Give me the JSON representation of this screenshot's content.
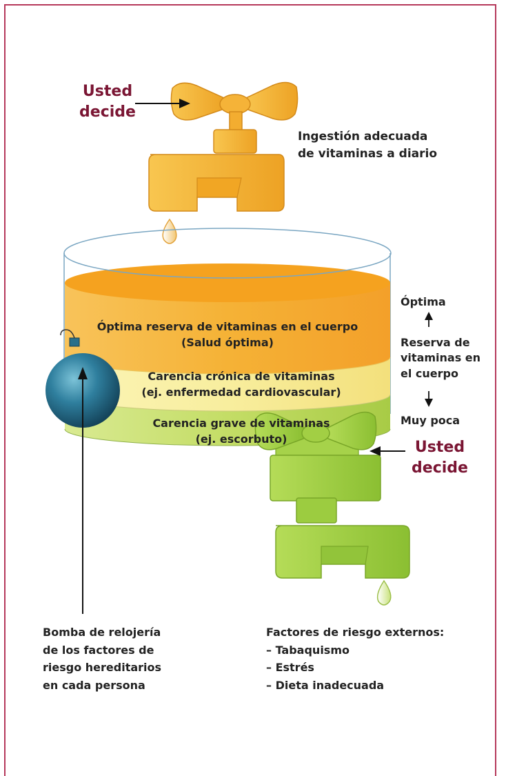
{
  "top_decide": [
    "Usted",
    "decide"
  ],
  "bottom_decide": [
    "Usted",
    "decide"
  ],
  "intake_label": [
    "Ingestión adecuada",
    "de vitaminas a diario"
  ],
  "layers": [
    {
      "line1": "Óptima reserva de vitaminas en el cuerpo",
      "line2": "(Salud óptima)"
    },
    {
      "line1": "Carencia crónica de vitaminas",
      "line2": "(ej. enfermedad cardiovascular)"
    },
    {
      "line1": "Carencia grave de vitaminas",
      "line2": "(ej. escorbuto)"
    }
  ],
  "scale": {
    "top": "Óptima",
    "middle": [
      "Reserva de",
      "vitaminas en",
      "el cuerpo"
    ],
    "bottom": "Muy poca"
  },
  "bomb_label": [
    "Bomba de relojería",
    "de los factores de",
    "riesgo hereditarios",
    "en cada persona"
  ],
  "risk": {
    "title": "Factores de riesgo externos:",
    "items": [
      "– Tabaquismo",
      "– Estrés",
      "– Dieta inadecuada"
    ]
  },
  "colors": {
    "frame": "#b5385a",
    "accent_text": "#7a1533",
    "top_faucet": "#f2b02c",
    "bottom_faucet": "#9acc3a",
    "layer_optimal": "#f3a928",
    "layer_chronic": "#f6e88a",
    "layer_severe": "#c4dc5e",
    "bomb": "#1f6a86"
  }
}
